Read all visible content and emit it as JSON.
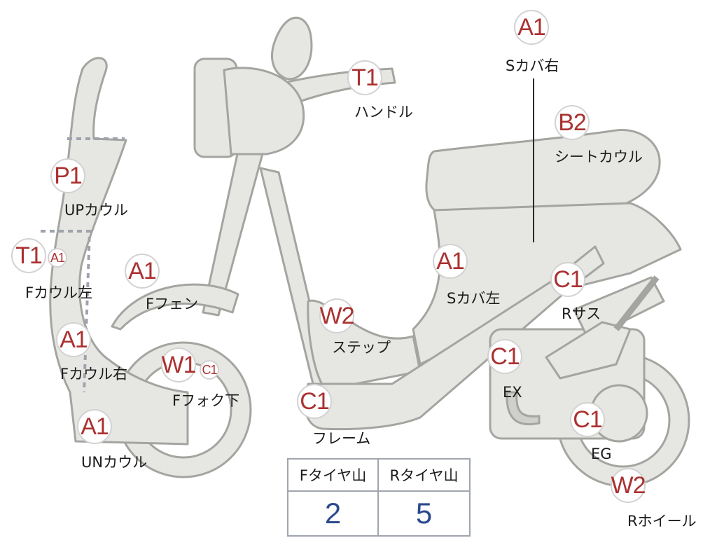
{
  "parts": {
    "s_cover_right": {
      "code": "A1",
      "label": "Sカバ右"
    },
    "handle": {
      "code": "T1",
      "label": "ハンドル"
    },
    "seat_cowl": {
      "code": "B2",
      "label": "シートカウル"
    },
    "up_cowl": {
      "code": "P1",
      "label": "UPカウル"
    },
    "f_cowl_left": {
      "code": "T1",
      "code2": "A1",
      "label": "Fカウル左"
    },
    "f_fender": {
      "code": "A1",
      "label": "Fフェン"
    },
    "s_cover_left": {
      "code": "A1",
      "label": "Sカバ左"
    },
    "r_suspension": {
      "code": "C1",
      "label": "Rサス"
    },
    "step": {
      "code": "W2",
      "label": "ステップ"
    },
    "f_cowl_right": {
      "code": "A1",
      "label": "Fカウル右"
    },
    "f_fork_lower": {
      "code": "W1",
      "code2": "C1",
      "label": "Fフォク下"
    },
    "exhaust": {
      "code": "C1",
      "label": "EX"
    },
    "frame": {
      "code": "C1",
      "label": "フレーム"
    },
    "engine": {
      "code": "C1",
      "label": "EG"
    },
    "un_cowl": {
      "code": "A1",
      "label": "UNカウル"
    },
    "r_wheel": {
      "code": "W2",
      "label": "Rホイール"
    }
  },
  "tire_tread": {
    "front_header": "Fタイヤ山",
    "rear_header": "Rタイヤ山",
    "front_value": "2",
    "rear_value": "5"
  },
  "colors": {
    "badge_code": "#ab3131",
    "tread_value": "#2c4a8e",
    "part_fill": "#e6e6e3"
  }
}
